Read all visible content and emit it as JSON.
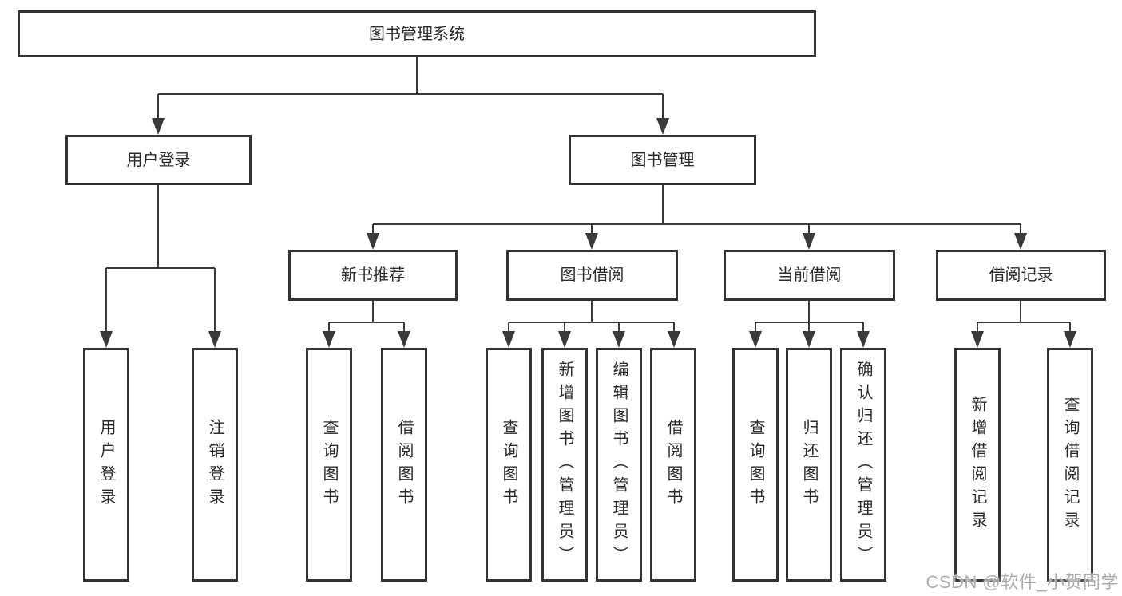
{
  "tree": {
    "root": {
      "label": "图书管理系统"
    },
    "level2": [
      {
        "label": "用户登录"
      },
      {
        "label": "图书管理"
      }
    ],
    "level3": [
      {
        "label": "新书推荐",
        "parent": "图书管理"
      },
      {
        "label": "图书借阅",
        "parent": "图书管理"
      },
      {
        "label": "当前借阅",
        "parent": "图书管理"
      },
      {
        "label": "借阅记录",
        "parent": "图书管理"
      }
    ],
    "leaves": [
      {
        "label": "用户登录",
        "parent": "用户登录"
      },
      {
        "label": "注销登录",
        "parent": "用户登录"
      },
      {
        "label": "查询图书",
        "parent": "新书推荐"
      },
      {
        "label": "借阅图书",
        "parent": "新书推荐"
      },
      {
        "label": "查询图书",
        "parent": "图书借阅"
      },
      {
        "label": "新增图书（管理员）",
        "parent": "图书借阅"
      },
      {
        "label": "编辑图书（管理员）",
        "parent": "图书借阅"
      },
      {
        "label": "借阅图书",
        "parent": "图书借阅"
      },
      {
        "label": "查询图书",
        "parent": "当前借阅"
      },
      {
        "label": "归还图书",
        "parent": "当前借阅"
      },
      {
        "label": "确认归还（管理员）",
        "parent": "当前借阅"
      },
      {
        "label": "新增借阅记录",
        "parent": "借阅记录"
      },
      {
        "label": "查询借阅记录",
        "parent": "借阅记录"
      }
    ]
  },
  "watermark": {
    "text": "CSDN @软件_小贺同学"
  },
  "colors": {
    "line": "#3a3a3a",
    "border": "#333333",
    "text": "#2b2b2b",
    "watermark": "#aaadb2",
    "background": "#ffffff"
  }
}
